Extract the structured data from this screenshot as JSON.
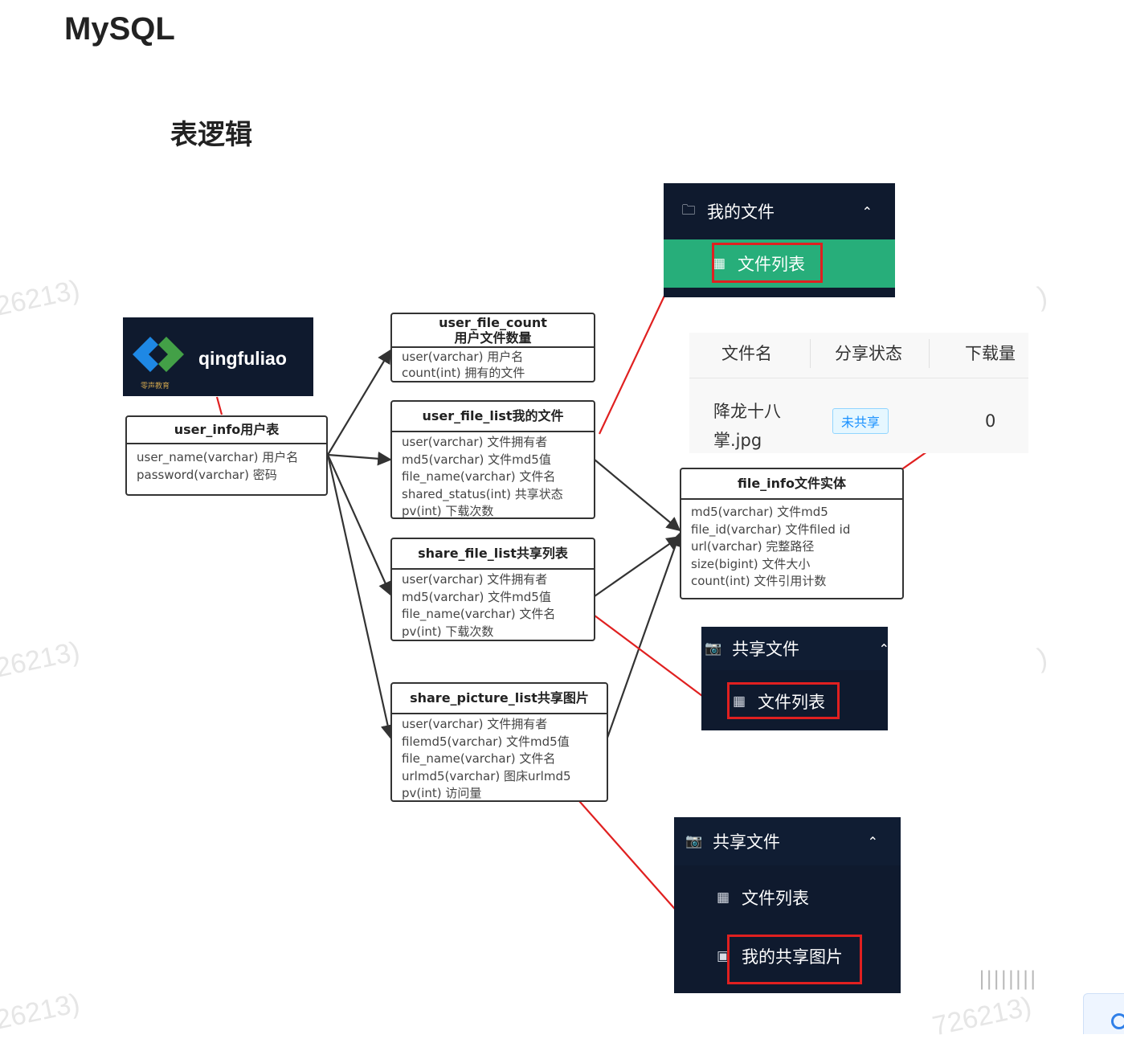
{
  "page": {
    "heading": "MySQL",
    "subheading": "表逻辑",
    "watermarks": [
      "26213)",
      "26213)",
      "26213)",
      ")",
      ")",
      "726213)"
    ],
    "scroll_marks": "||||||||"
  },
  "logo": {
    "text": "qingfuliao",
    "subtext": "零声教育",
    "icon": "logo-icon"
  },
  "entities": {
    "user_info": {
      "title": "user_info用户表",
      "fields": [
        "user_name(varchar) 用户名",
        "password(varchar)   密码"
      ]
    },
    "user_file_count": {
      "title": "user_file_count",
      "subtitle": "用户文件数量",
      "fields": [
        "user(varchar) 用户名",
        "count(int)  拥有的文件"
      ]
    },
    "user_file_list": {
      "title": "user_file_list我的文件",
      "fields": [
        "user(varchar)     文件拥有者",
        "md5(varchar)    文件md5值",
        "file_name(varchar) 文件名",
        "shared_status(int) 共享状态",
        "pv(int)   下载次数"
      ]
    },
    "share_file_list": {
      "title": "share_file_list共享列表",
      "fields": [
        "user(varchar) 文件拥有者",
        "md5(varchar)   文件md5值",
        "file_name(varchar) 文件名",
        "pv(int)   下载次数"
      ]
    },
    "share_picture_list": {
      "title": "share_picture_list共享图片",
      "fields": [
        "user(varchar) 文件拥有者",
        "filemd5(varchar)   文件md5值",
        "file_name(varchar) 文件名",
        "urlmd5(varchar) 图床urlmd5",
        "pv(int)   访问量"
      ]
    },
    "file_info": {
      "title": "file_info文件实体",
      "fields": [
        "md5(varchar) 文件md5",
        "file_id(varchar)   文件filed id",
        "url(varchar) 完整路径",
        "size(bigint) 文件大小",
        "count(int)  文件引用计数"
      ]
    }
  },
  "nav_my_files": {
    "section": "我的文件",
    "section_icon": "folder-icon",
    "item": "文件列表",
    "item_icon": "grid-icon",
    "active_color": "#27ae7a"
  },
  "file_table": {
    "headers": [
      "文件名",
      "分享状态",
      "下载量"
    ],
    "row": {
      "name_line1": "降龙十八",
      "name_line2": "掌.jpg",
      "status": "未共享",
      "downloads": "0"
    }
  },
  "nav_shared_1": {
    "section": "共享文件",
    "section_icon": "camera-folder-icon",
    "item": "文件列表",
    "item_icon": "grid-icon"
  },
  "nav_shared_2": {
    "section": "共享文件",
    "section_icon": "camera-folder-icon",
    "items": [
      "文件列表",
      "我的共享图片"
    ],
    "item_icons": [
      "grid-icon",
      "image-icon"
    ]
  },
  "colors": {
    "nav_bg": "#0f1a2e",
    "highlight": "#e02020",
    "entity_border": "#333333"
  }
}
